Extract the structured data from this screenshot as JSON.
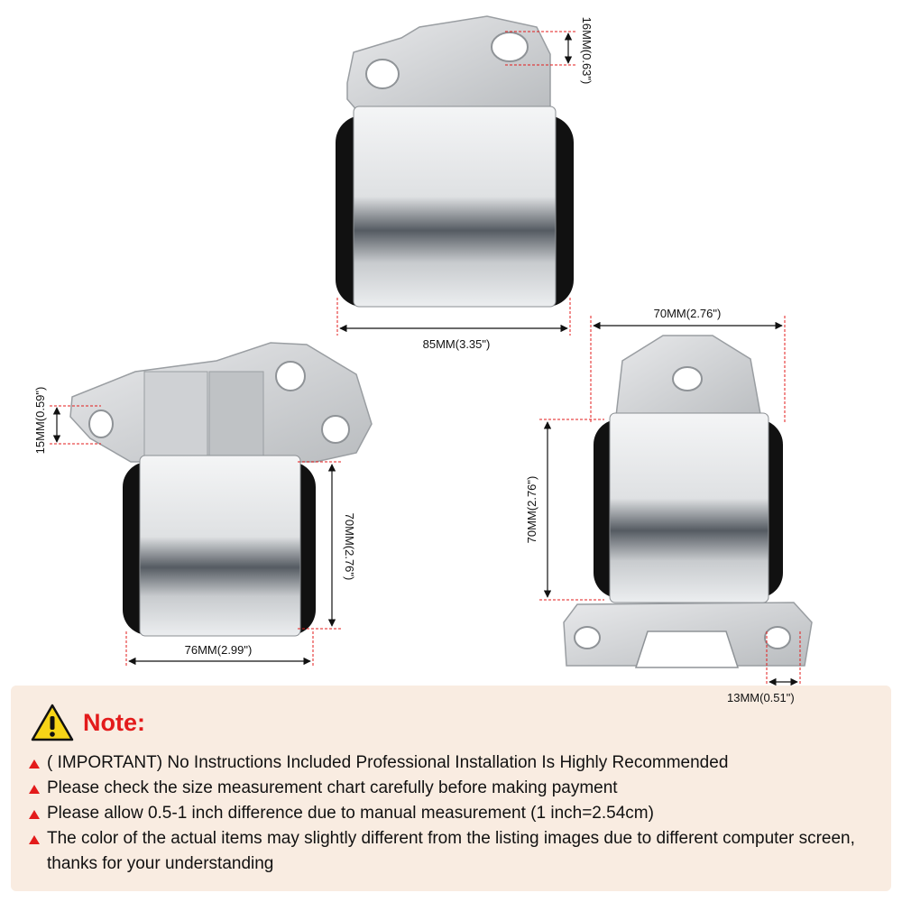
{
  "dimensions": {
    "top_hole": "16MM(0.63\")",
    "top_width": "85MM(3.35\")",
    "left_hole": "15MM(0.59\")",
    "left_height": "70MM(2.76\")",
    "left_width": "76MM(2.99\")",
    "right_width": "70MM(2.76\")",
    "right_height": "70MM(2.76\")",
    "right_hole": "13MM(0.51\")"
  },
  "note": {
    "title": "Note:",
    "icon": "warning-triangle-icon",
    "items": [
      "( IMPORTANT) No Instructions Included Professional Installation Is Highly Recommended",
      "Please check the size measurement chart carefully before making payment",
      "Please allow 0.5-1 inch difference due to manual measurement (1 inch=2.54cm)",
      "The color of the actual items may slightly different from the listing images due to different computer screen, thanks for your understanding"
    ]
  },
  "colors": {
    "accent": "#e31b1b",
    "metal": "#c9cbcd",
    "bushing": "#111111",
    "panel": "#f9ece1"
  }
}
